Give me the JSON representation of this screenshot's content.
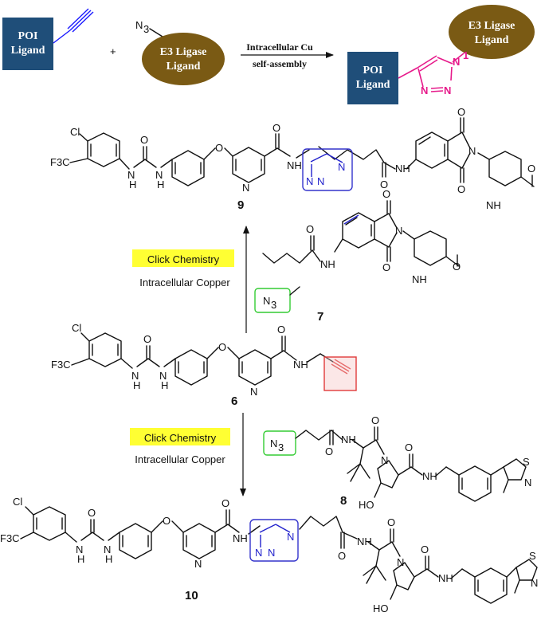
{
  "scheme": {
    "poi_box_label": [
      "POI",
      "Ligand"
    ],
    "plus": "+",
    "azide_label": "N3",
    "e3_oval_label": [
      "E3 Ligase",
      "Ligand"
    ],
    "reaction_arrow": {
      "top": "Intracellular Cu",
      "bottom": "self-assembly"
    },
    "product_poi_label": [
      "POI",
      "Ligand"
    ],
    "product_e3_label": [
      "E3 Ligase",
      "Ligand"
    ],
    "triazole_atoms": [
      "N",
      "N",
      "N"
    ],
    "triazole_n1_label": "1"
  },
  "colors": {
    "poi_box": "#1f4e79",
    "e3_oval": "#7a5a14",
    "alkyne": "#1a1aff",
    "triazole_pink": "#e6198a",
    "azide_text": "#cc1133",
    "triazole_blue_box": "#3333cc",
    "alkyne_red_box": "#e03a3a",
    "azide_green_box": "#33cc33",
    "click_highlight": "#ffff33"
  },
  "compounds": {
    "c9": {
      "number": "9"
    },
    "c7": {
      "number": "7"
    },
    "c6": {
      "number": "6"
    },
    "c8": {
      "number": "8"
    },
    "c10": {
      "number": "10"
    }
  },
  "atoms": {
    "cl": "Cl",
    "cf3": "F3C",
    "n": "N",
    "nh": "NH",
    "h": "H",
    "o": "O",
    "s": "S",
    "ho": "HO",
    "n3": "N3"
  },
  "arrows": {
    "upper": {
      "label": "Click Chemistry",
      "sublabel": "Intracellular  Copper"
    },
    "lower": {
      "label": "Click Chemistry",
      "sublabel": "Intracellular Copper"
    }
  }
}
